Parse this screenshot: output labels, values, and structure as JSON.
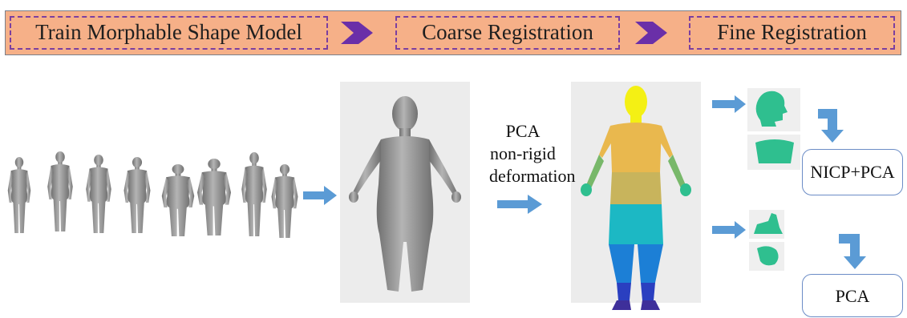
{
  "banner": {
    "stages": [
      "Train Morphable Shape Model",
      "Coarse Registration",
      "Fine Registration"
    ]
  },
  "figure": {
    "coarse_label_lines": [
      "PCA",
      "non-rigid",
      "deformation"
    ],
    "box_upper": "NICP+PCA",
    "box_lower": "PCA"
  },
  "colors": {
    "banner_fill": "#f6b088",
    "stage_border": "#7b3fa0",
    "arrow_blue": "#5b9bd5",
    "mesh_grey": "#8c8c8c",
    "part_green": "#2fbf8f"
  }
}
